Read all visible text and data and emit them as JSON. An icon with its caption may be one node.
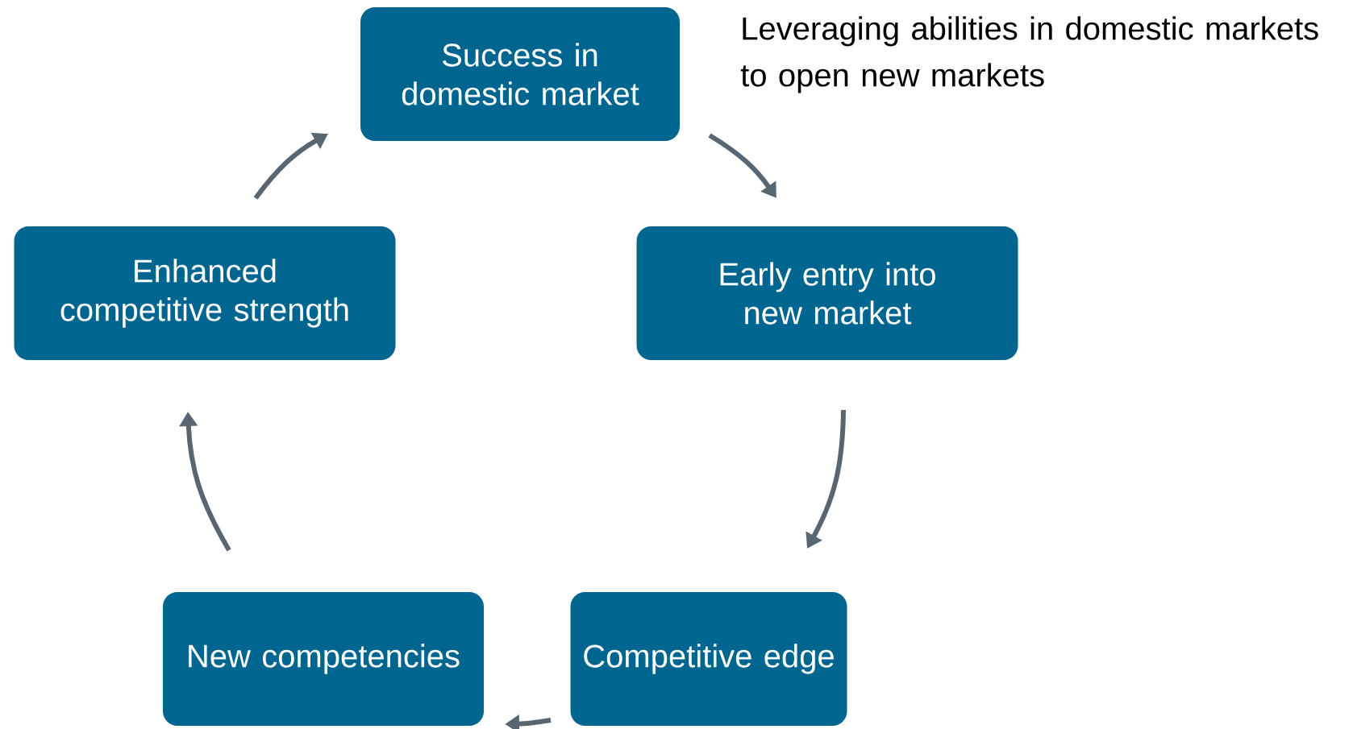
{
  "diagram": {
    "nodes": [
      {
        "text": [
          "Success in domestic market"
        ]
      },
      {
        "text": [
          "Early entry into new market"
        ]
      },
      {
        "text": [
          "Competitive edge"
        ]
      },
      {
        "text": [
          "New competencies"
        ]
      },
      {
        "text": [
          "Enhanced competitive strength"
        ]
      }
    ],
    "edges": [
      {
        "from": 0,
        "to": 1,
        "arrow": "to"
      },
      {
        "from": 1,
        "to": 2,
        "arrow": "to"
      },
      {
        "from": 2,
        "to": 3,
        "arrow": "to"
      },
      {
        "from": 3,
        "to": 4,
        "arrow": "to"
      },
      {
        "from": 4,
        "to": 0,
        "arrow": "to"
      }
    ],
    "labels": [
      "Leveraging abilities in domestic markets to open new markets"
    ]
  }
}
